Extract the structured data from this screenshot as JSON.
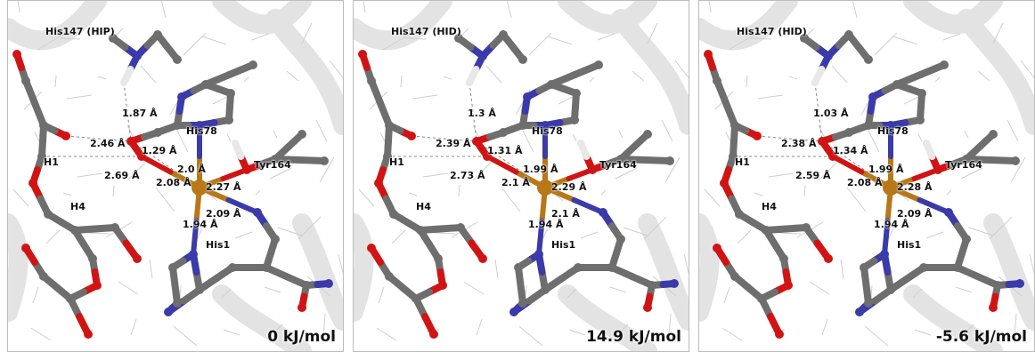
{
  "panels": [
    {
      "energy": "0 kJ/mol",
      "residues": {
        "his147": "His147 (HIP)",
        "his78": "His78",
        "tyr164": "Tyr164",
        "h1": "H1",
        "h4": "H4",
        "his1": "His1"
      },
      "distances": [
        "1.87 Å",
        "2.46 Å",
        "1.29 Å",
        "2.69 Å",
        "2.0 Å",
        "2.08 Å",
        "2.27 Å",
        "2.09 Å",
        "1.94 Å"
      ]
    },
    {
      "energy": "14.9 kJ/mol",
      "residues": {
        "his147": "His147 (HID)",
        "his78": "His78",
        "tyr164": "Tyr164",
        "h1": "H1",
        "h4": "H4",
        "his1": "His1"
      },
      "distances": [
        "1.3 Å",
        "2.39 Å",
        "1.31 Å",
        "2.73 Å",
        "1.99 Å",
        "2.1 Å",
        "2.29 Å",
        "2.1 Å",
        "1.94 Å"
      ]
    },
    {
      "energy": "-5.6 kJ/mol",
      "residues": {
        "his147": "His147 (HID)",
        "his78": "His78",
        "tyr164": "Tyr164",
        "h1": "H1",
        "h4": "H4",
        "his1": "His1"
      },
      "distances": [
        "1.03 Å",
        "2.38 Å",
        "1.34 Å",
        "2.59 Å",
        "1.99 Å",
        "2.08 Å",
        "2.28 Å",
        "2.09 Å",
        "1.94 Å"
      ]
    }
  ],
  "colors": {
    "carbon": "#6e6e6e",
    "oxygen": "#d01414",
    "nitrogen": "#3a3aa8",
    "hydrogen": "#e8e8e8",
    "copper": "#b87818"
  }
}
